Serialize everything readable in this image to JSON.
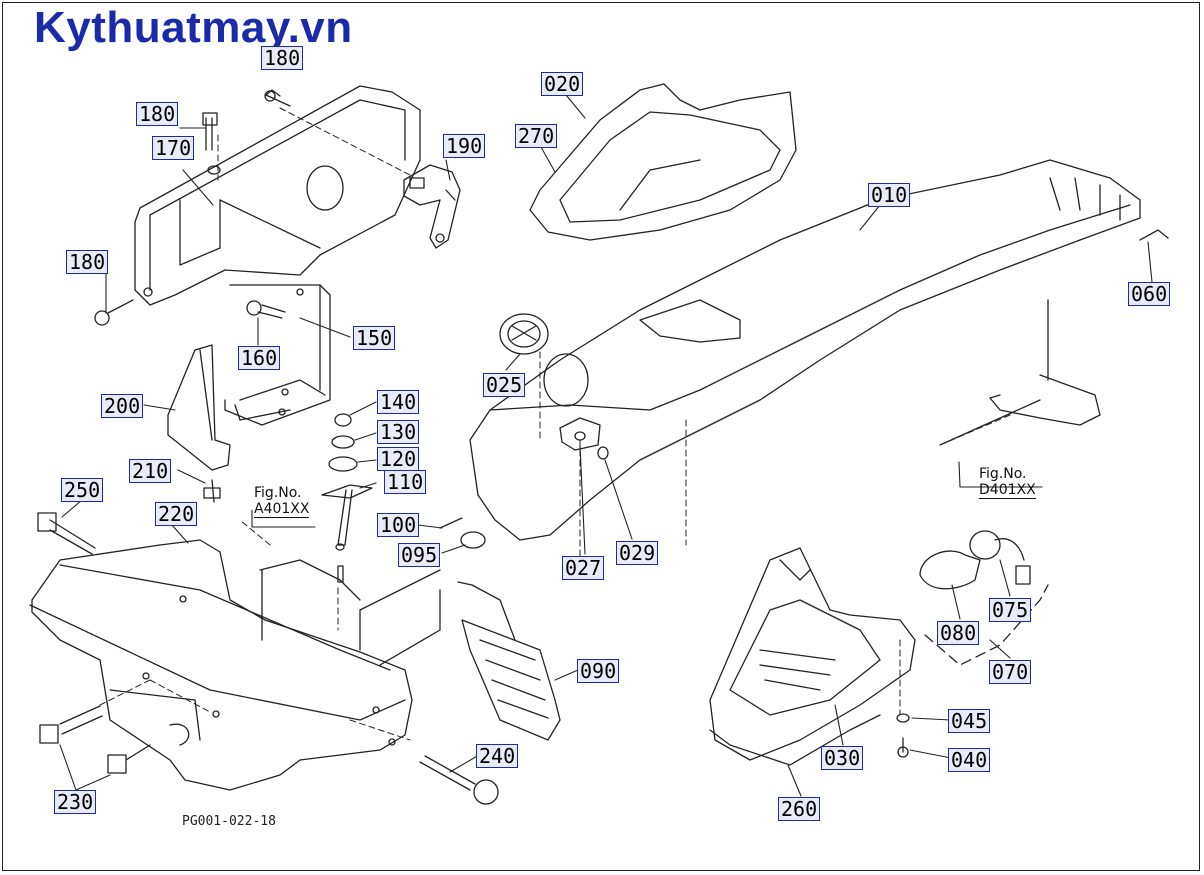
{
  "site": {
    "title": "Kythuatmay.vn"
  },
  "diagram": {
    "page_code": "PG001-022-18",
    "references": [
      {
        "id": "a401",
        "line1": "Fig.No.",
        "line2": "A401XX"
      },
      {
        "id": "d401",
        "line1": "Fig.No.",
        "line2": "D401XX"
      }
    ],
    "parts": [
      {
        "id": "p180a",
        "label": "180"
      },
      {
        "id": "p180b",
        "label": "180"
      },
      {
        "id": "p170",
        "label": "170"
      },
      {
        "id": "p190",
        "label": "190"
      },
      {
        "id": "p180c",
        "label": "180"
      },
      {
        "id": "p160",
        "label": "160"
      },
      {
        "id": "p150",
        "label": "150"
      },
      {
        "id": "p200",
        "label": "200"
      },
      {
        "id": "p210",
        "label": "210"
      },
      {
        "id": "p140",
        "label": "140"
      },
      {
        "id": "p130",
        "label": "130"
      },
      {
        "id": "p120",
        "label": "120"
      },
      {
        "id": "p110",
        "label": "110"
      },
      {
        "id": "p250",
        "label": "250"
      },
      {
        "id": "p220",
        "label": "220"
      },
      {
        "id": "p100",
        "label": "100"
      },
      {
        "id": "p095",
        "label": "095"
      },
      {
        "id": "p020",
        "label": "020"
      },
      {
        "id": "p270",
        "label": "270"
      },
      {
        "id": "p010",
        "label": "010"
      },
      {
        "id": "p060",
        "label": "060"
      },
      {
        "id": "p025",
        "label": "025"
      },
      {
        "id": "p027",
        "label": "027"
      },
      {
        "id": "p029",
        "label": "029"
      },
      {
        "id": "p075",
        "label": "075"
      },
      {
        "id": "p080",
        "label": "080"
      },
      {
        "id": "p070",
        "label": "070"
      },
      {
        "id": "p090",
        "label": "090"
      },
      {
        "id": "p045",
        "label": "045"
      },
      {
        "id": "p040",
        "label": "040"
      },
      {
        "id": "p030",
        "label": "030"
      },
      {
        "id": "p240",
        "label": "240"
      },
      {
        "id": "p230",
        "label": "230"
      },
      {
        "id": "p260",
        "label": "260"
      }
    ]
  }
}
